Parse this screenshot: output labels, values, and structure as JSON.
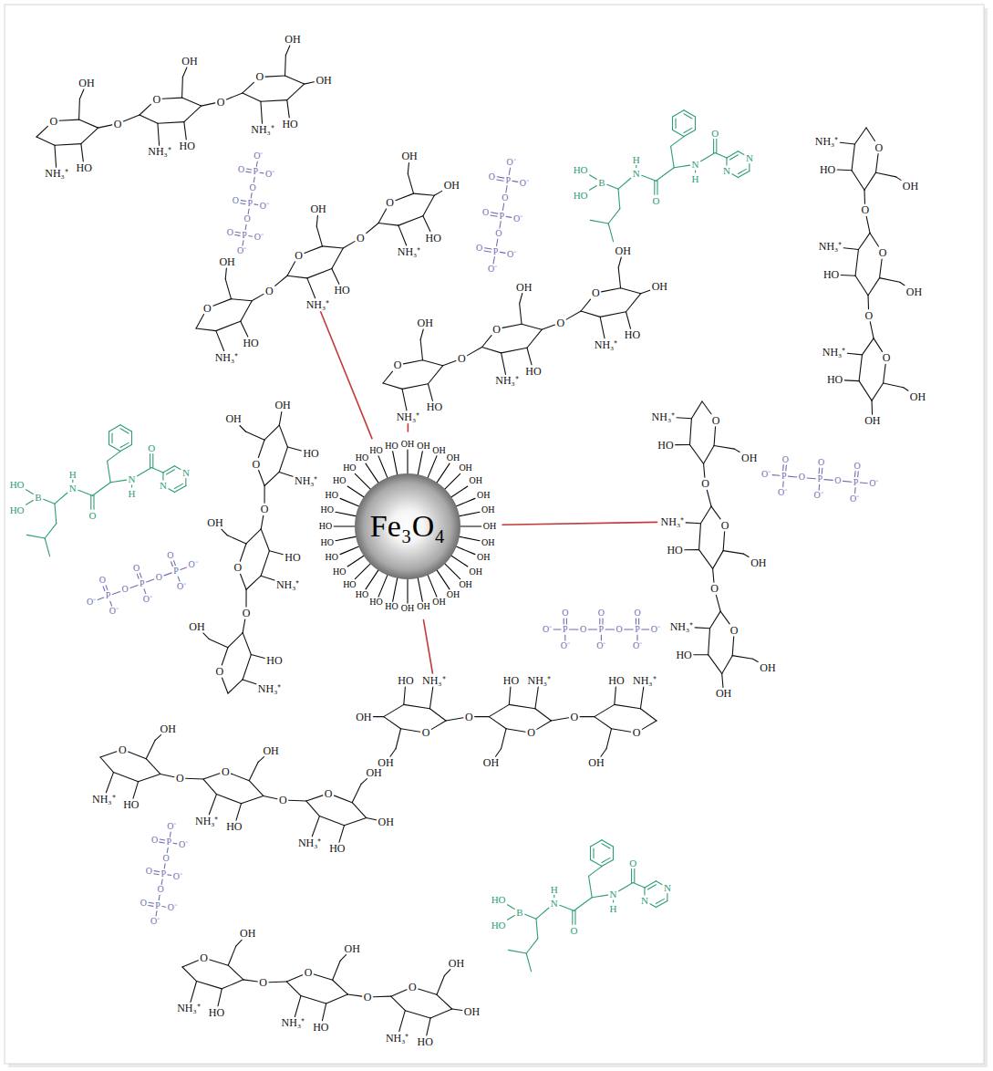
{
  "diagram": {
    "nodes": [
      {
        "text": [
          "Fe₃O₄"
        ]
      }
    ],
    "labels": [
      "OH",
      "OH",
      "OH",
      "OH",
      "OH",
      "OH",
      "OH",
      "OH",
      "OH",
      "OH",
      "OH",
      "OH",
      "OH",
      "OH",
      "OH",
      "OH",
      "OH",
      "HO",
      "HO",
      "HO",
      "HO",
      "HO",
      "HO",
      "HO",
      "HO",
      "HO",
      "HO",
      "HO",
      "HO",
      "HO",
      "HO",
      "HO",
      "OH",
      "O",
      "HO",
      "NH₃⁺",
      "O",
      "OH",
      "O",
      "HO",
      "NH₃⁺",
      "O",
      "OH",
      "O",
      "HO",
      "NH₃⁺",
      "OH",
      "OH",
      "O",
      "HO",
      "NH₃⁺",
      "O",
      "OH",
      "O",
      "HO",
      "NH₃⁺",
      "O",
      "OH",
      "O",
      "HO",
      "NH₃⁺",
      "OH",
      "OH",
      "O",
      "HO",
      "NH₃⁺",
      "O",
      "OH",
      "O",
      "HO",
      "NH₃⁺",
      "O",
      "OH",
      "O",
      "HO",
      "NH₃⁺",
      "OH",
      "OH",
      "O",
      "HO",
      "NH₃⁺",
      "O",
      "OH",
      "O",
      "HO",
      "NH₃⁺",
      "O",
      "OH",
      "O",
      "HO",
      "NH₃⁺",
      "OH",
      "OH",
      "O",
      "HO",
      "NH₃⁺",
      "O",
      "OH",
      "O",
      "HO",
      "NH₃⁺",
      "O",
      "OH",
      "O",
      "HO",
      "NH₃⁺",
      "OH",
      "OH",
      "O",
      "HO",
      "NH₃⁺",
      "O",
      "OH",
      "O",
      "HO",
      "NH₃⁺",
      "O",
      "OH",
      "O",
      "HO",
      "NH₃⁺",
      "OH",
      "OH",
      "O",
      "HO",
      "NH₃⁺",
      "O",
      "OH",
      "O",
      "HO",
      "NH₃⁺",
      "O",
      "OH",
      "O",
      "HO",
      "NH₃⁺",
      "OH",
      "OH",
      "O",
      "HO",
      "NH₃⁺",
      "O",
      "OH",
      "O",
      "HO",
      "NH₃⁺",
      "O",
      "OH",
      "O",
      "HO",
      "NH₃⁺",
      "OH",
      "OH",
      "O",
      "HO",
      "NH₃⁺",
      "O",
      "OH",
      "O",
      "HO",
      "NH₃⁺",
      "O",
      "OH",
      "O",
      "HO",
      "NH₃⁺",
      "OH",
      "O⁻",
      "O",
      "P",
      "O⁻",
      "O",
      "O",
      "P",
      "O⁻",
      "O",
      "O",
      "P",
      "O⁻",
      "O⁻",
      "O⁻",
      "O",
      "P",
      "O⁻",
      "O",
      "O",
      "P",
      "O⁻",
      "O",
      "O",
      "P",
      "O⁻",
      "O⁻",
      "O⁻",
      "O",
      "P",
      "O⁻",
      "O",
      "O",
      "P",
      "O⁻",
      "O",
      "O",
      "P",
      "O⁻",
      "O⁻",
      "O⁻",
      "O",
      "P",
      "O⁻",
      "O",
      "O",
      "P",
      "O⁻",
      "O",
      "O",
      "P",
      "O⁻",
      "O⁻",
      "O⁻",
      "O",
      "P",
      "O⁻",
      "O",
      "O",
      "P",
      "O⁻",
      "O",
      "O",
      "P",
      "O⁻",
      "O⁻",
      "O⁻",
      "O",
      "P",
      "O⁻",
      "O",
      "O",
      "P",
      "O⁻",
      "O",
      "O",
      "P",
      "O⁻",
      "O⁻",
      "HO",
      "B",
      "HO",
      "H",
      "N",
      "O",
      "H",
      "N",
      "O",
      "N",
      "N",
      "HO",
      "B",
      "HO",
      "H",
      "N",
      "O",
      "H",
      "N",
      "O",
      "N",
      "N",
      "HO",
      "B",
      "HO",
      "H",
      "N",
      "O",
      "H",
      "N",
      "O",
      "N",
      "N"
    ]
  }
}
